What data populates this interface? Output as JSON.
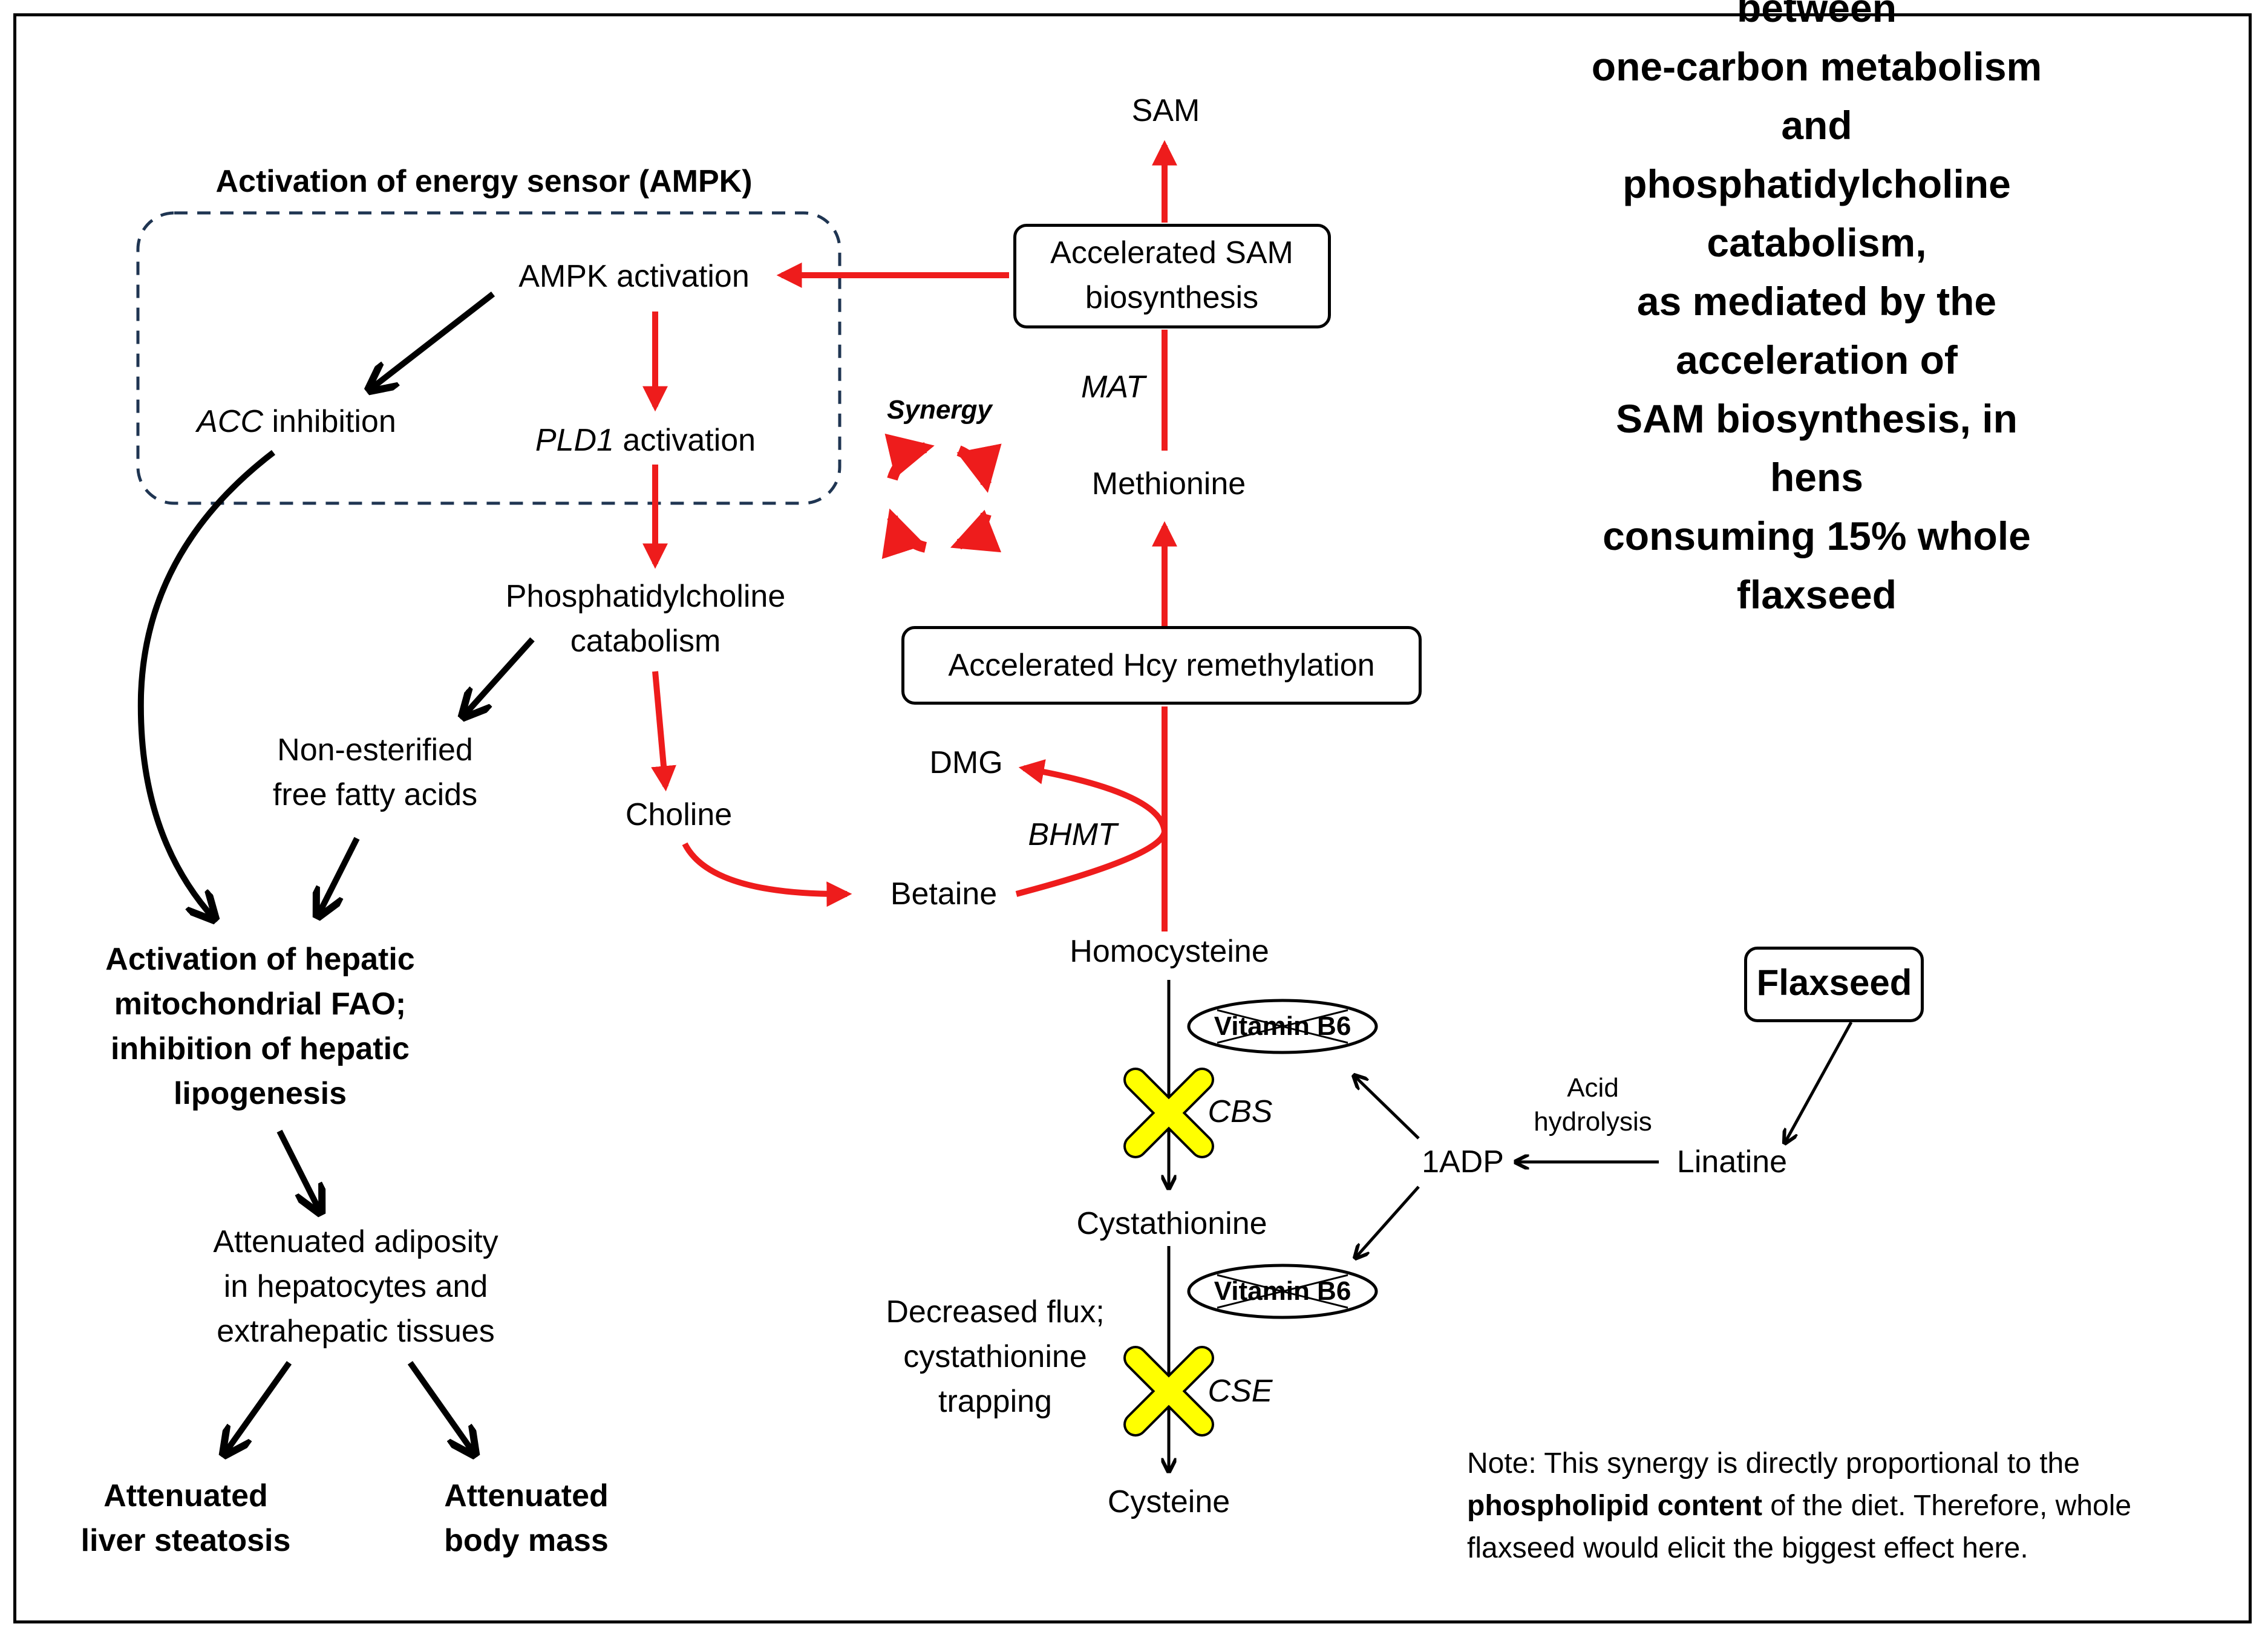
{
  "title": "Proposed synergy between\none-carbon metabolism and\nphosphatidylcholine catabolism,\nas mediated by the acceleration of\nSAM biosynthesis, in hens\nconsuming 15% whole flaxseed",
  "ampk": {
    "group_label": "Activation of energy sensor (AMPK)",
    "activation": "AMPK activation",
    "acc_gene": "ACC",
    "acc_rest": "inhibition",
    "pld1_gene": "PLD1",
    "pld1_rest": "activation"
  },
  "left": {
    "pc_catabolism": "Phosphatidylcholine\ncatabolism",
    "nefa": "Non-esterified\nfree fatty acids",
    "fao": "Activation of hepatic\nmitochondrial FAO;\ninhibition of hepatic\nlipogenesis",
    "adiposity": "Attenuated adiposity\nin hepatocytes and\nextrahepatic tissues",
    "steatosis": "Attenuated\nliver steatosis",
    "body_mass": "Attenuated\nbody mass"
  },
  "center": {
    "choline": "Choline",
    "betaine": "Betaine",
    "dmg": "DMG",
    "bhmt": "BHMT",
    "synergy": "Synergy",
    "sam": "SAM",
    "sam_box": "Accelerated SAM\nbiosynthesis",
    "mat": "MAT",
    "methionine": "Methionine",
    "hcy_box": "Accelerated Hcy remethylation",
    "homocysteine": "Homocysteine",
    "cystathionine": "Cystathionine",
    "cysteine": "Cysteine",
    "cbs": "CBS",
    "cse": "CSE",
    "vitamin_b6_1": "Vitamin B6",
    "vitamin_b6_2": "Vitamin B6",
    "decreased_flux": "Decreased flux;\ncystathionine\ntrapping"
  },
  "right": {
    "flaxseed": "Flaxseed",
    "linatine": "Linatine",
    "acid_hydrolysis": "Acid\nhydrolysis",
    "adp": "1ADP"
  },
  "note": {
    "pre": "Note: This synergy is directly proportional to the ",
    "bold": "phospholipid content",
    "post": " of the diet. Therefore, whole flaxseed would elicit the biggest effect here."
  },
  "colors": {
    "red": "#ee1c1c",
    "black": "#000000",
    "dashed_border": "#1f3552",
    "cross": "#ffff00"
  }
}
